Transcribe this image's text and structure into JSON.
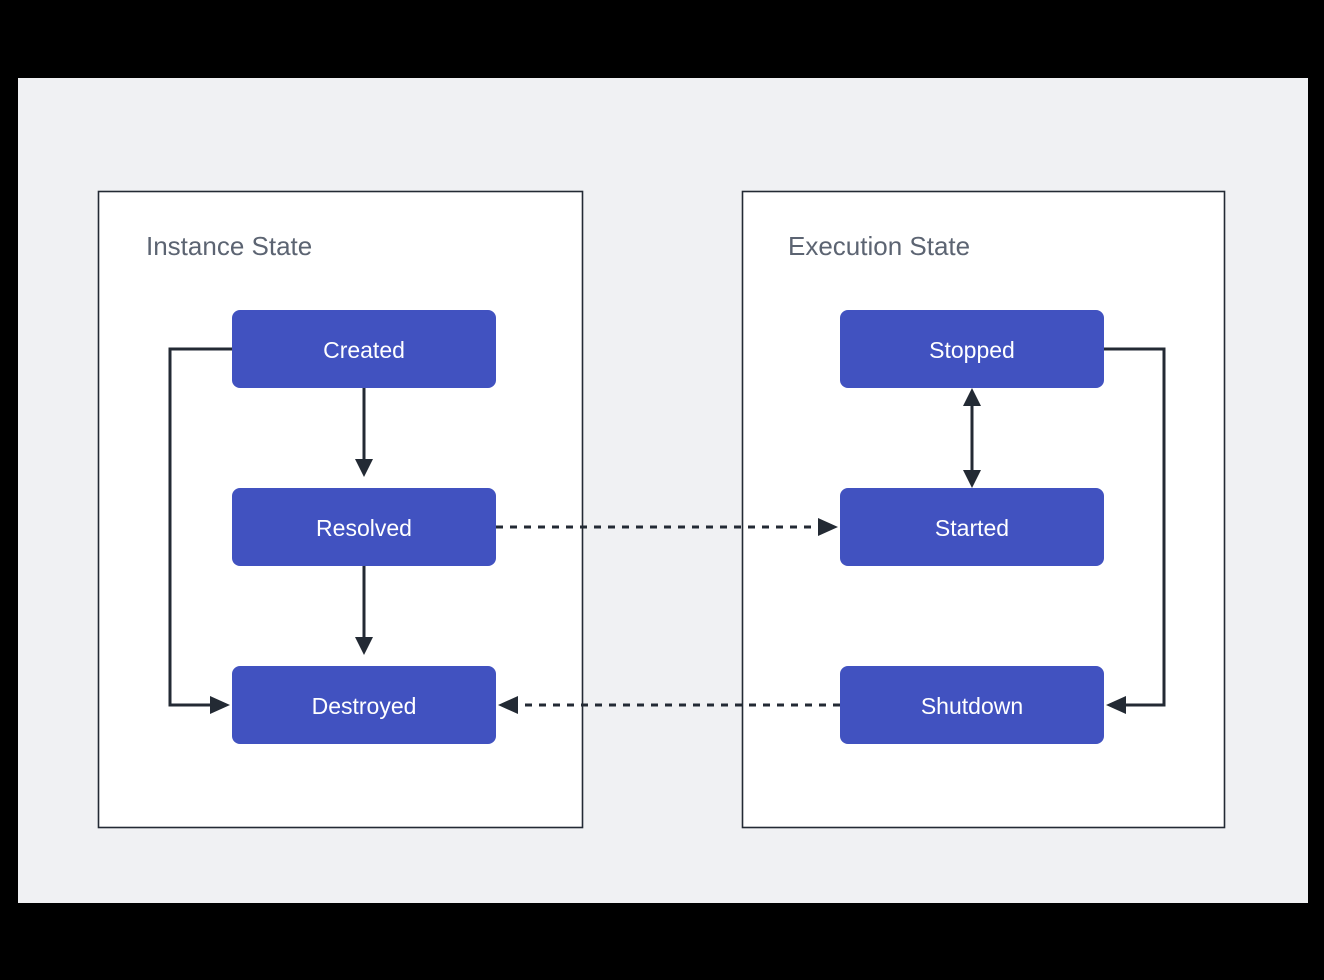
{
  "diagram": {
    "title_hidden": "",
    "background_color": "#f0f1f3",
    "outer_color": "#000000",
    "node_color": "#4152c0",
    "node_text_color": "#ffffff",
    "edge_color": "#232a34",
    "panel_title_color": "#5c6472",
    "panel_border_color": "#232a34",
    "panels": [
      {
        "id": "instance-state",
        "title": "Instance State",
        "nodes": [
          {
            "id": "created",
            "label": "Created"
          },
          {
            "id": "resolved",
            "label": "Resolved"
          },
          {
            "id": "destroyed",
            "label": "Destroyed"
          }
        ]
      },
      {
        "id": "execution-state",
        "title": "Execution State",
        "nodes": [
          {
            "id": "stopped",
            "label": "Stopped"
          },
          {
            "id": "started",
            "label": "Started"
          },
          {
            "id": "shutdown",
            "label": "Shutdown"
          }
        ]
      }
    ],
    "edges": [
      {
        "id": "created-to-resolved",
        "from": "created",
        "to": "resolved",
        "style": "solid",
        "arrows": "forward"
      },
      {
        "id": "resolved-to-destroyed",
        "from": "resolved",
        "to": "destroyed",
        "style": "solid",
        "arrows": "forward"
      },
      {
        "id": "created-to-destroyed",
        "from": "created",
        "to": "destroyed",
        "style": "solid",
        "arrows": "forward"
      },
      {
        "id": "resolved-to-started",
        "from": "resolved",
        "to": "started",
        "style": "dashed",
        "arrows": "forward"
      },
      {
        "id": "shutdown-to-destroyed",
        "from": "shutdown",
        "to": "destroyed",
        "style": "dashed",
        "arrows": "forward"
      },
      {
        "id": "stopped-started-both",
        "from": "stopped",
        "to": "started",
        "style": "solid",
        "arrows": "both"
      },
      {
        "id": "stopped-to-shutdown",
        "from": "stopped",
        "to": "shutdown",
        "style": "solid",
        "arrows": "forward"
      }
    ]
  }
}
